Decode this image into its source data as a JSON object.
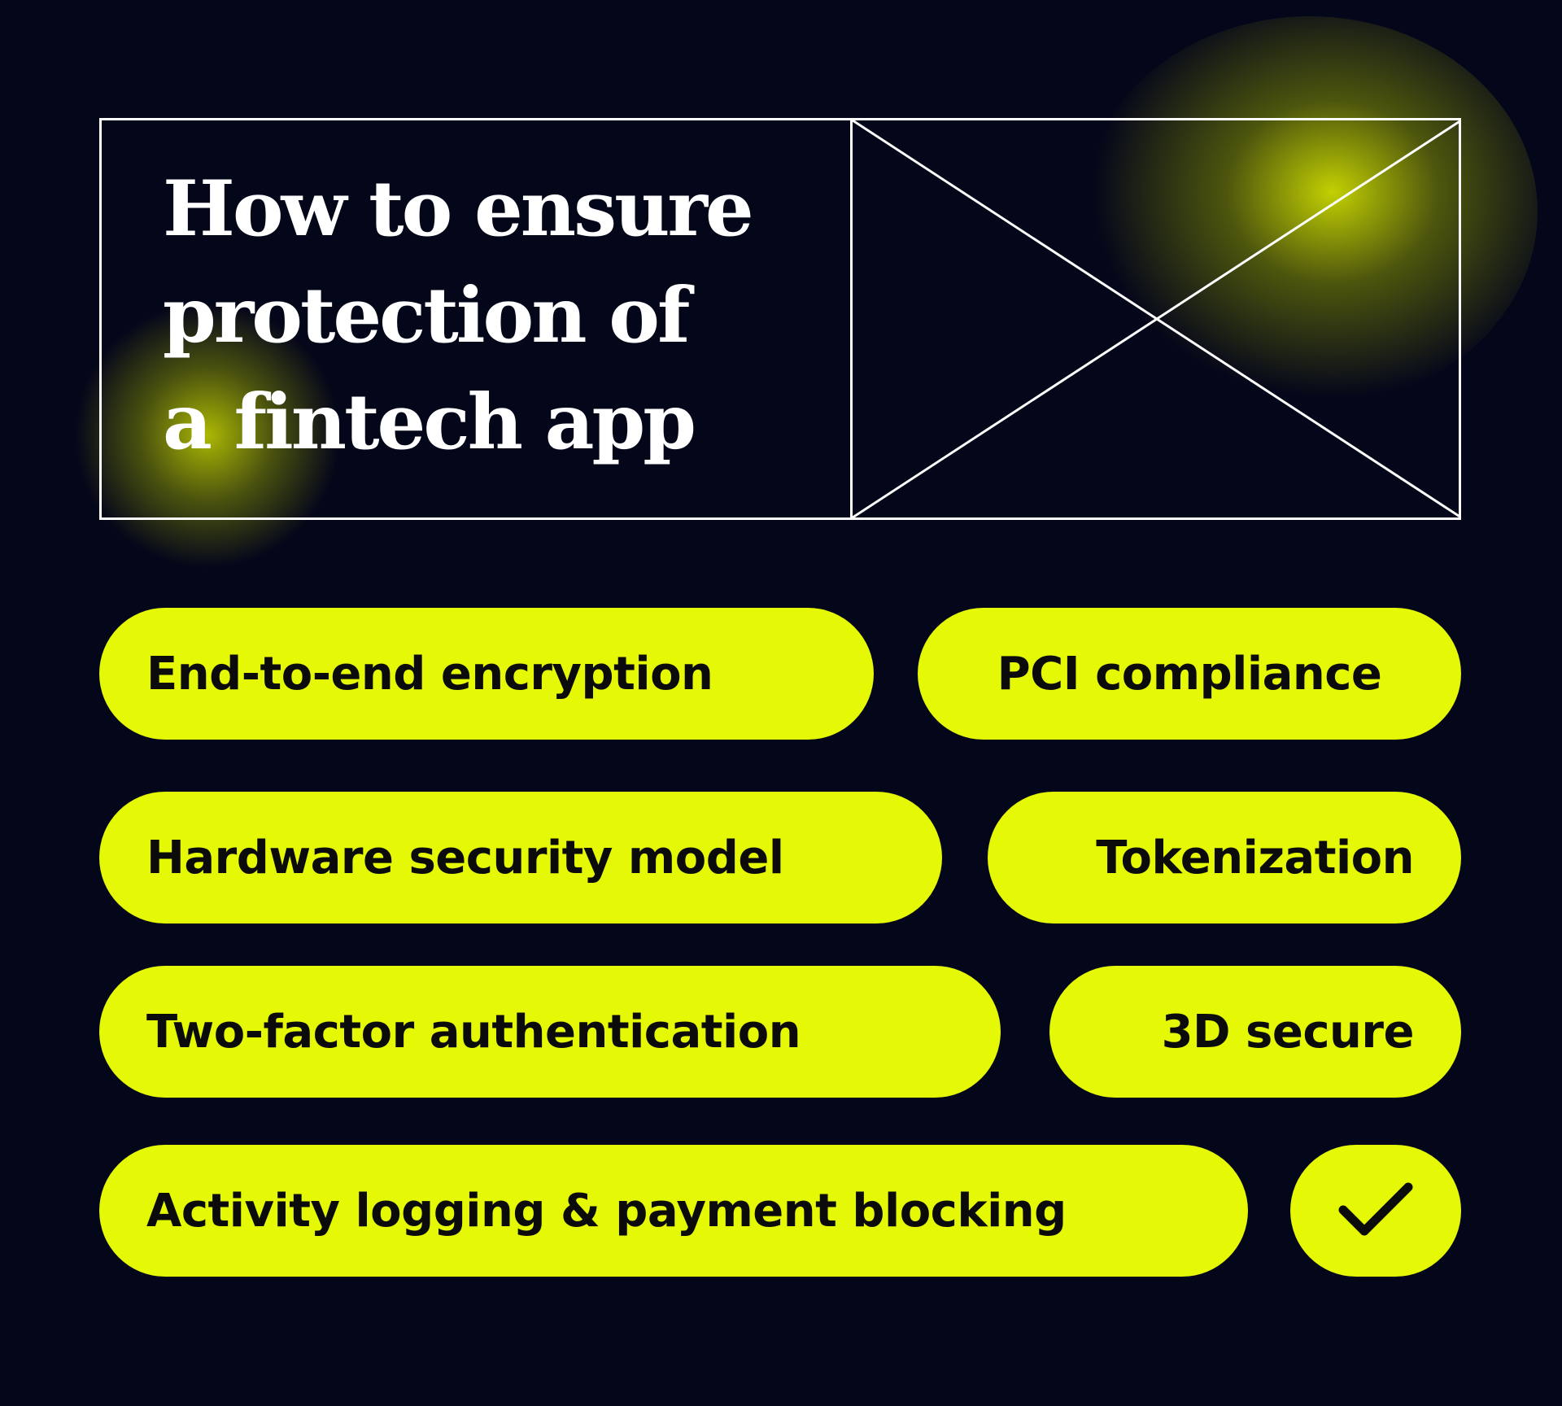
{
  "title": {
    "line1": "How to ensure",
    "line2": "protection of",
    "line3": "a fintech app"
  },
  "hero_image": {
    "type": "image-placeholder"
  },
  "features": [
    {
      "label": "End-to-end encryption"
    },
    {
      "label": "PCI compliance"
    },
    {
      "label": "Hardware security model"
    },
    {
      "label": "Tokenization"
    },
    {
      "label": "Two-factor authentication"
    },
    {
      "label": "3D secure"
    },
    {
      "label": "Activity logging & payment blocking"
    }
  ],
  "check": {
    "icon": "checkmark-icon"
  },
  "colors": {
    "background": "#04061a",
    "accent": "#e5f806",
    "text_on_accent": "#0b0b0b",
    "title": "#ffffff",
    "frame": "#ffffff"
  }
}
